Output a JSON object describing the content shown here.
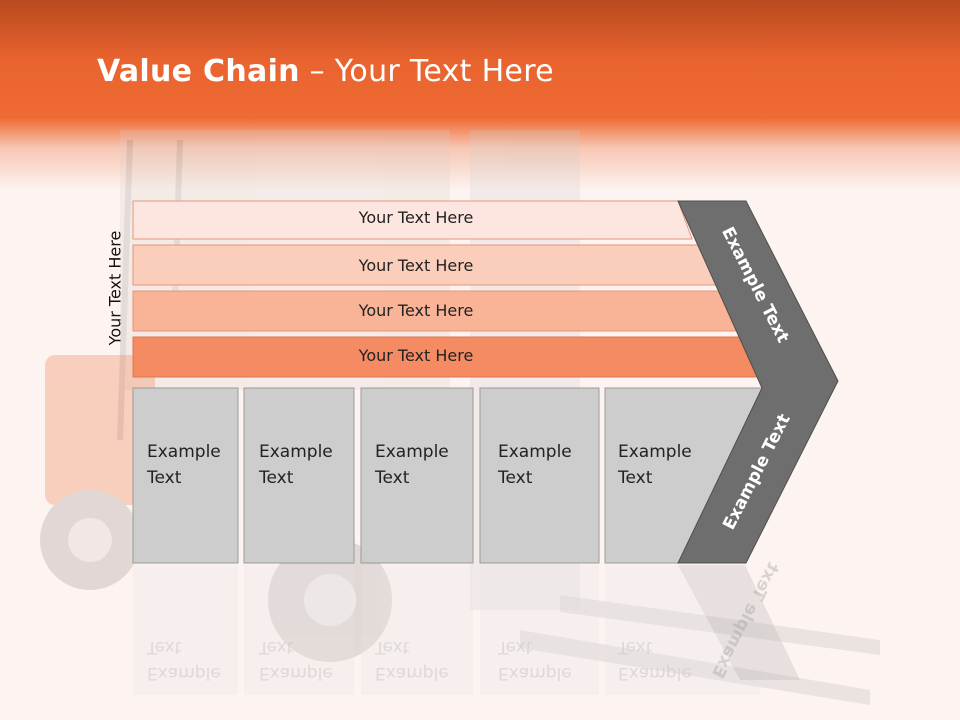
{
  "title": {
    "bold": "Value Chain",
    "rest": " – Your Text Here"
  },
  "vertical_label": "Your Text Here",
  "bars": [
    {
      "label": "Your Text Here",
      "color": "#fde6df"
    },
    {
      "label": "Your Text Here",
      "color": "#fbcdbb"
    },
    {
      "label": "Your Text Here",
      "color": "#f9b498"
    },
    {
      "label": "Your Text Here",
      "color": "#f58b63"
    }
  ],
  "boxes": [
    {
      "line1": "Example",
      "line2": "Text"
    },
    {
      "line1": "Example",
      "line2": "Text"
    },
    {
      "line1": "Example",
      "line2": "Text"
    },
    {
      "line1": "Example",
      "line2": "Text"
    },
    {
      "line1": "Example",
      "line2": "Text"
    }
  ],
  "arrow_upper_label": "Example Text",
  "arrow_lower_label": "Example Text",
  "colors": {
    "header_orange": "#f06b33",
    "box_gray": "#cdcdcd",
    "arrow_gray": "#6e6e6e"
  }
}
